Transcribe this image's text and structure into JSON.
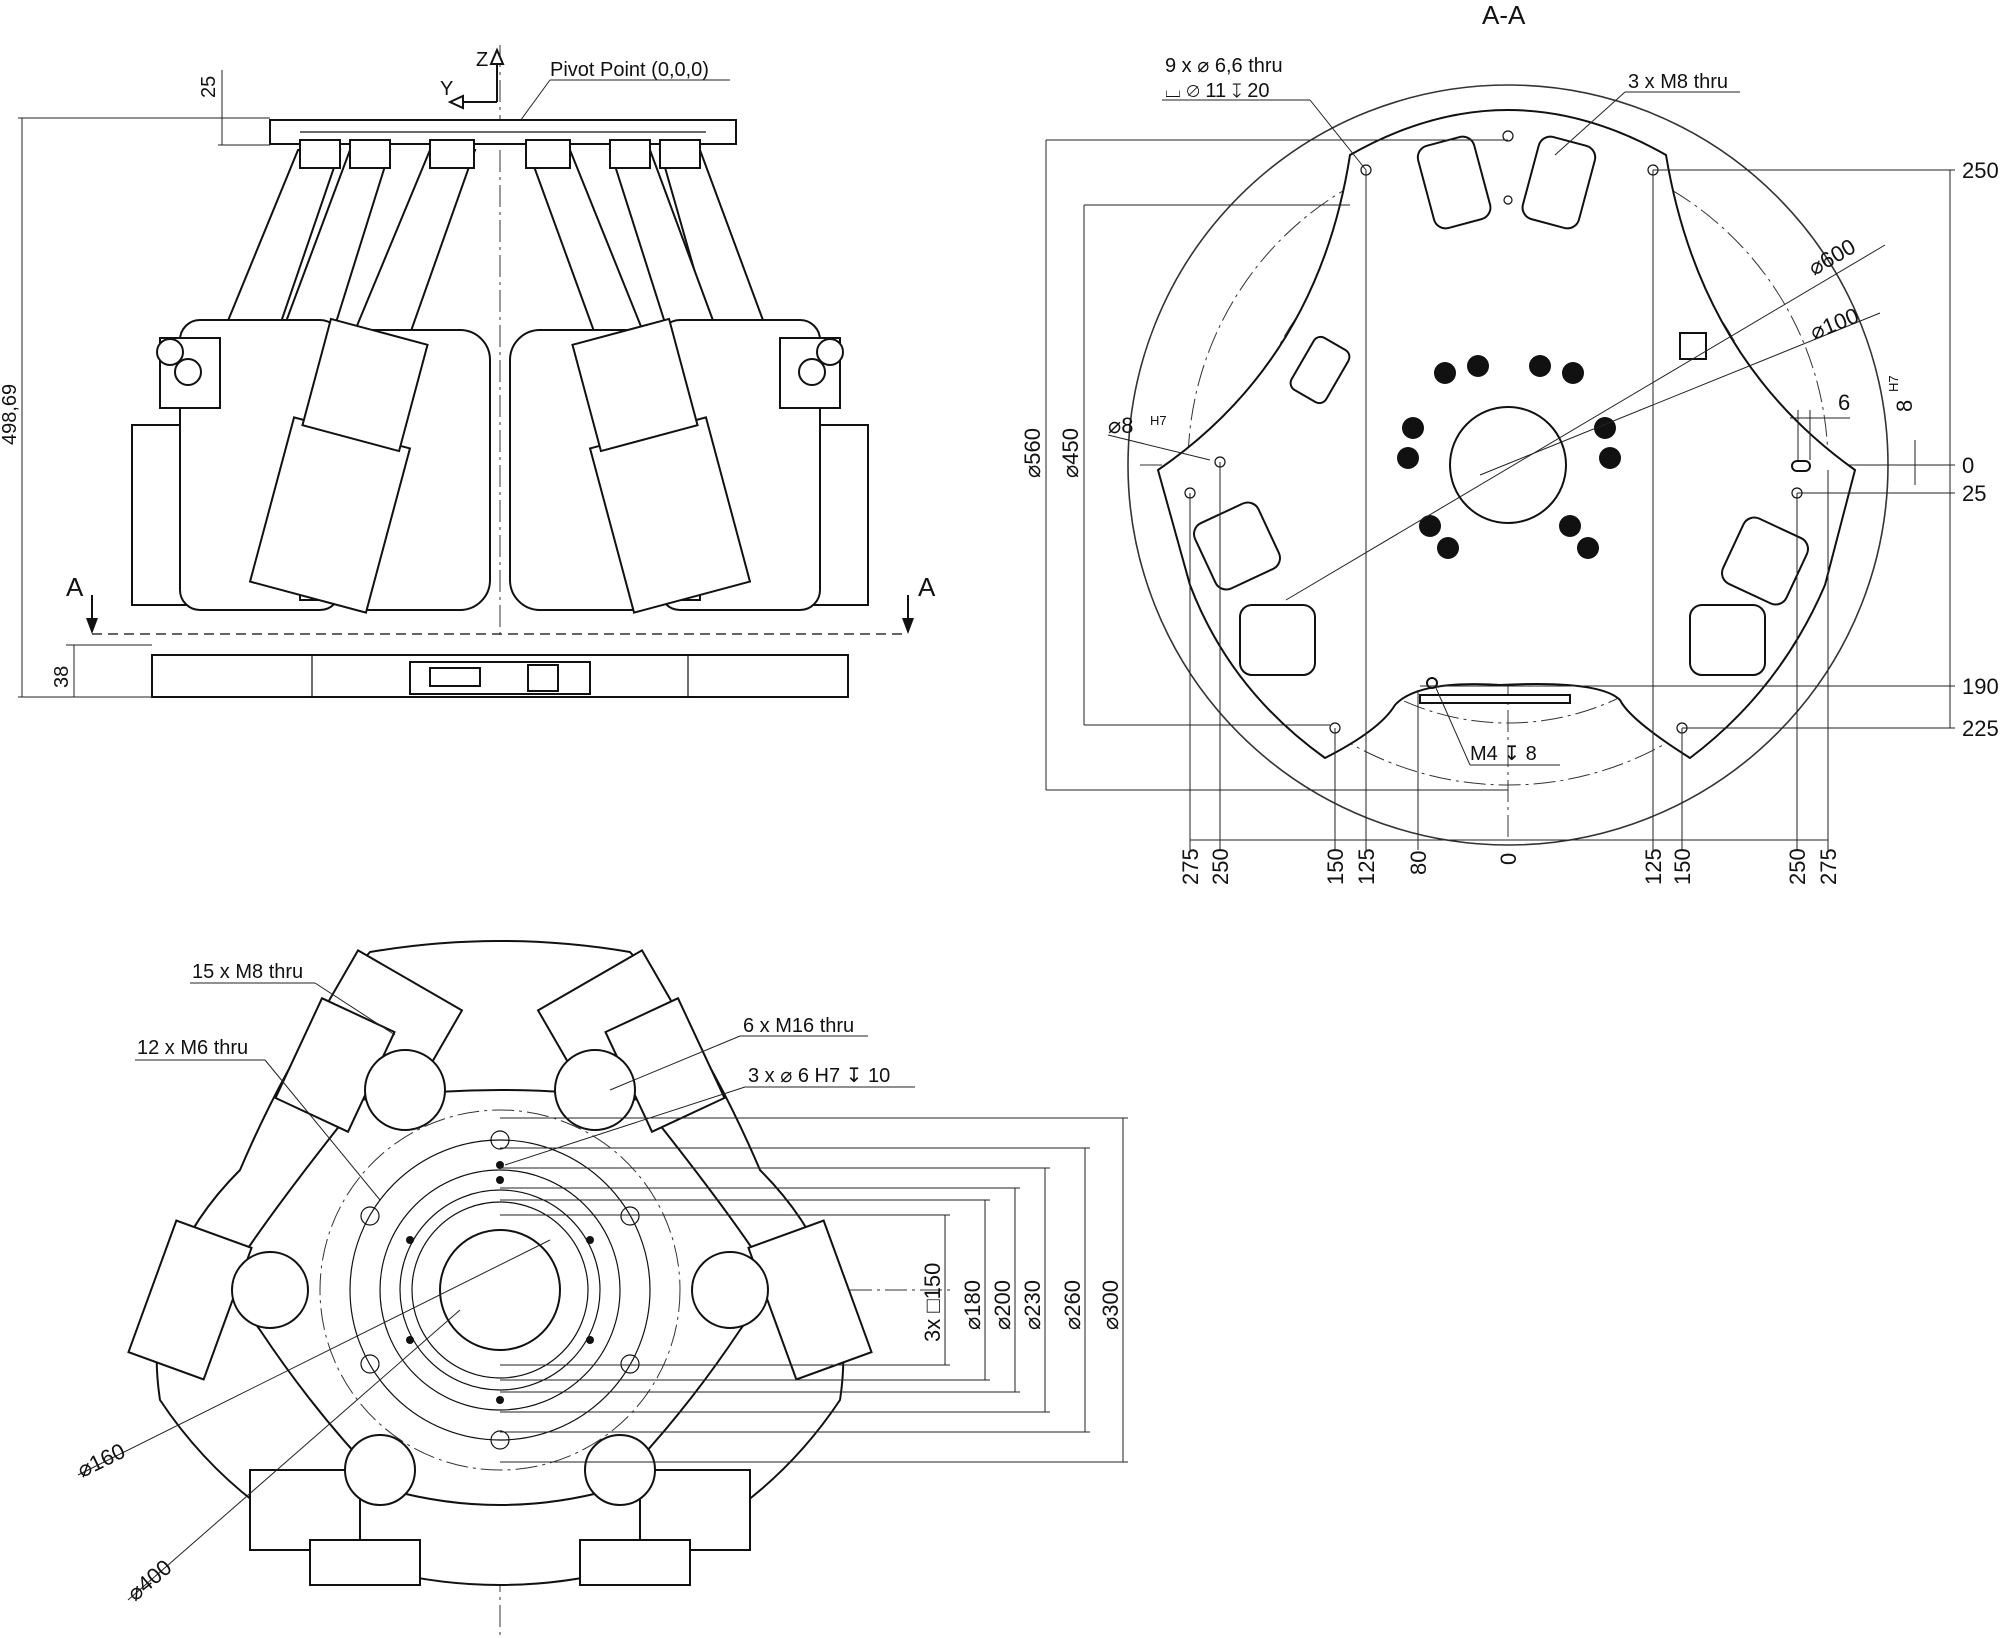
{
  "section_title": "A-A",
  "side_view": {
    "axis_z": "Z",
    "axis_y": "Y",
    "pivot_label": "Pivot Point (0,0,0)",
    "dim_top": "25",
    "dim_height": "498,69",
    "dim_base": "38",
    "section_mark": "A"
  },
  "section_view": {
    "holes_label_1": "9 x ⌀ 6,6 thru",
    "holes_label_2": "⌴ ⌀ 11 ↧ 20",
    "threads_label": "3 x M8 thru",
    "dia_600": "⌀600",
    "dia_100": "⌀100",
    "dia_8": "⌀8",
    "fit_h7": "H7",
    "dia_560": "⌀560",
    "dia_450": "⌀450",
    "slot_width": "6",
    "slot_height": "8",
    "right_dims": [
      "250",
      "0",
      "25",
      "190",
      "225"
    ],
    "m4_label": "M4 ↧ 8",
    "bottom_dims": [
      "275",
      "250",
      "150",
      "125",
      "80",
      "0",
      "125",
      "150",
      "250",
      "275"
    ]
  },
  "top_view": {
    "label_m8": "15 x M8 thru",
    "label_m6": "12 x M6 thru",
    "label_m16": "6 x M16 thru",
    "label_pin": "3 x ⌀ 6 H7 ↧ 10",
    "square_dim": "3x □150",
    "dia_labels": [
      "⌀180",
      "⌀200",
      "⌀230",
      "⌀260",
      "⌀300"
    ],
    "dia_160": "⌀160",
    "dia_400": "⌀400"
  }
}
